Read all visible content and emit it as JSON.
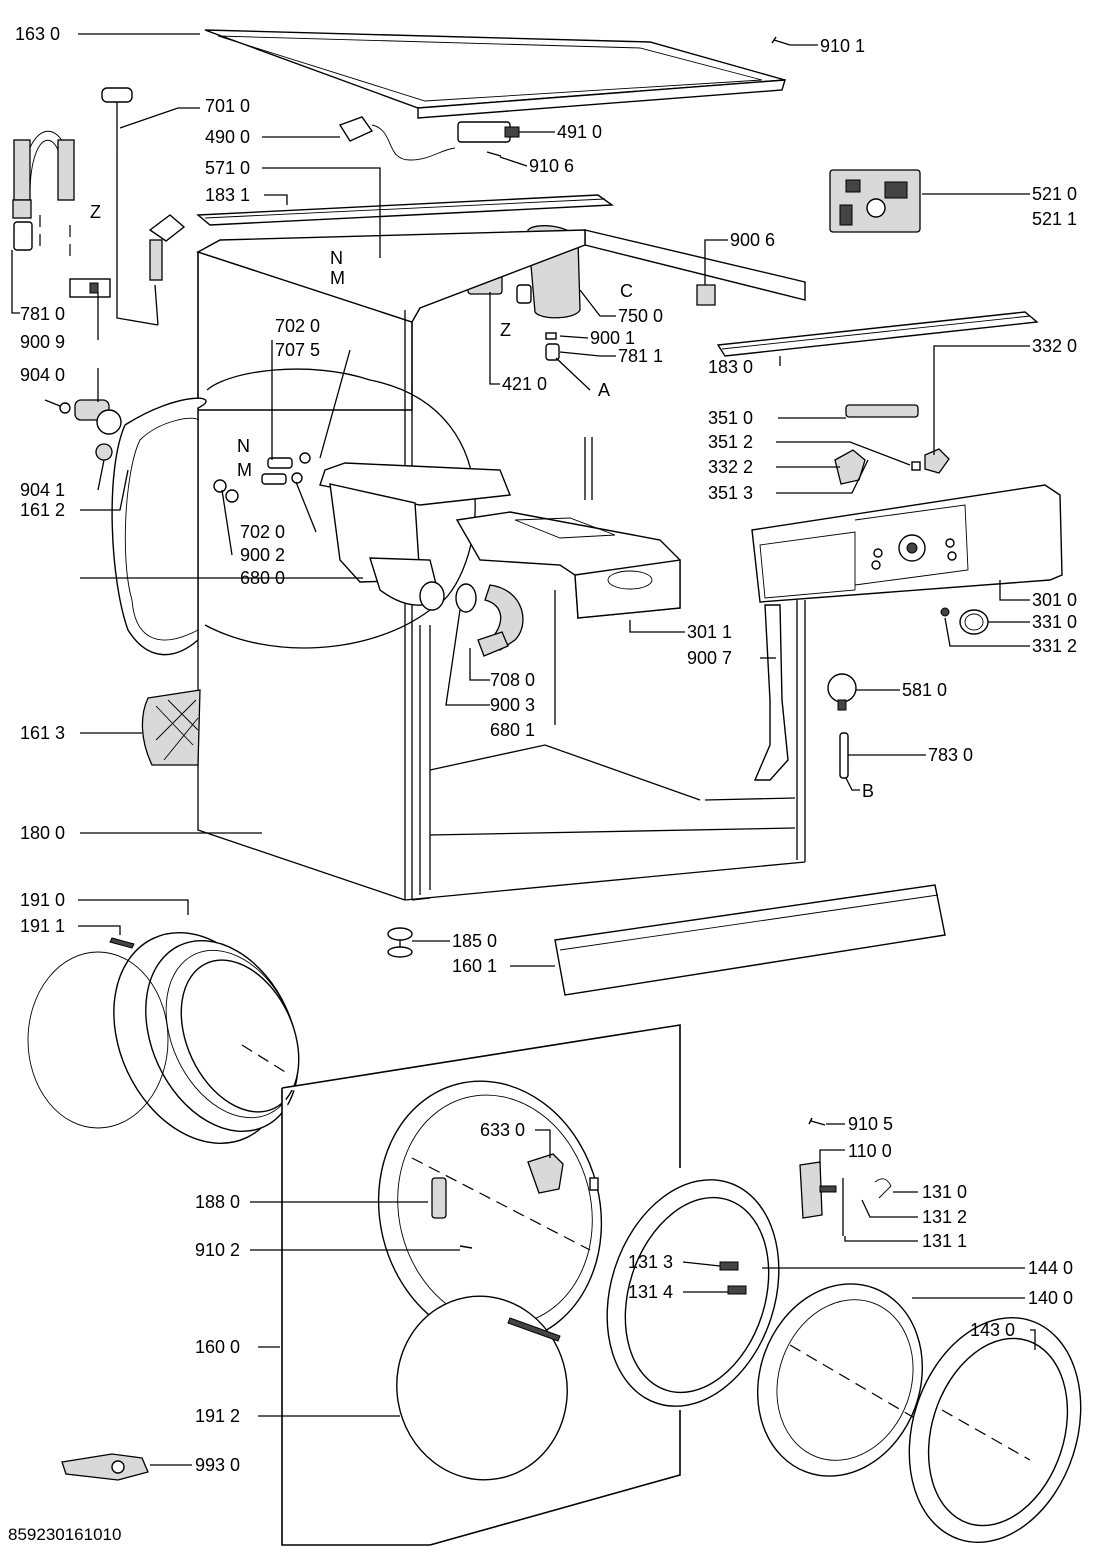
{
  "diagram": {
    "document_code": "859230161010",
    "part_labels": [
      {
        "id": "1630",
        "text": "163 0"
      },
      {
        "id": "9101",
        "text": "910 1"
      },
      {
        "id": "7010",
        "text": "701 0"
      },
      {
        "id": "4900",
        "text": "490 0"
      },
      {
        "id": "4910",
        "text": "491 0"
      },
      {
        "id": "5710",
        "text": "571 0"
      },
      {
        "id": "9106",
        "text": "910 6"
      },
      {
        "id": "1831",
        "text": "183 1"
      },
      {
        "id": "5210",
        "text": "521 0"
      },
      {
        "id": "5211",
        "text": "521 1"
      },
      {
        "id": "9006",
        "text": "900 6"
      },
      {
        "id": "7810a",
        "text": "781 0"
      },
      {
        "id": "9009",
        "text": "900 9"
      },
      {
        "id": "7500",
        "text": "750 0"
      },
      {
        "id": "9001",
        "text": "900 1"
      },
      {
        "id": "7811",
        "text": "781 1"
      },
      {
        "id": "4210",
        "text": "421 0"
      },
      {
        "id": "7020a",
        "text": "702 0"
      },
      {
        "id": "7075",
        "text": "707 5"
      },
      {
        "id": "3320",
        "text": "332 0"
      },
      {
        "id": "9040",
        "text": "904 0"
      },
      {
        "id": "1830",
        "text": "183 0"
      },
      {
        "id": "3510",
        "text": "351 0"
      },
      {
        "id": "3512",
        "text": "351 2"
      },
      {
        "id": "3322",
        "text": "332 2"
      },
      {
        "id": "9041",
        "text": "904 1"
      },
      {
        "id": "3513",
        "text": "351 3"
      },
      {
        "id": "1612",
        "text": "161 2"
      },
      {
        "id": "7020b",
        "text": "702 0"
      },
      {
        "id": "9002",
        "text": "900 2"
      },
      {
        "id": "6800",
        "text": "680 0"
      },
      {
        "id": "3010",
        "text": "301 0"
      },
      {
        "id": "3011",
        "text": "301 1"
      },
      {
        "id": "3310",
        "text": "331 0"
      },
      {
        "id": "9007",
        "text": "900 7"
      },
      {
        "id": "3312",
        "text": "331 2"
      },
      {
        "id": "7080",
        "text": "708 0"
      },
      {
        "id": "5810",
        "text": "581 0"
      },
      {
        "id": "9003",
        "text": "900 3"
      },
      {
        "id": "6801",
        "text": "680 1"
      },
      {
        "id": "1613",
        "text": "161 3"
      },
      {
        "id": "7830",
        "text": "783 0"
      },
      {
        "id": "1800",
        "text": "180 0"
      },
      {
        "id": "1910",
        "text": "191 0"
      },
      {
        "id": "1911",
        "text": "191 1"
      },
      {
        "id": "1850",
        "text": "185 0"
      },
      {
        "id": "1601",
        "text": "160 1"
      },
      {
        "id": "6330",
        "text": "633 0"
      },
      {
        "id": "9105",
        "text": "910 5"
      },
      {
        "id": "1100",
        "text": "110 0"
      },
      {
        "id": "1880",
        "text": "188 0"
      },
      {
        "id": "1310",
        "text": "131 0"
      },
      {
        "id": "1312",
        "text": "131 2"
      },
      {
        "id": "9102",
        "text": "910 2"
      },
      {
        "id": "1311",
        "text": "131 1"
      },
      {
        "id": "1313",
        "text": "131 3"
      },
      {
        "id": "1440",
        "text": "144 0"
      },
      {
        "id": "1314",
        "text": "131 4"
      },
      {
        "id": "1400",
        "text": "140 0"
      },
      {
        "id": "1430",
        "text": "143 0"
      },
      {
        "id": "1600",
        "text": "160 0"
      },
      {
        "id": "1912",
        "text": "191 2"
      },
      {
        "id": "9930",
        "text": "993 0"
      }
    ],
    "letter_markers": {
      "z1": "Z",
      "z2": "Z",
      "c": "C",
      "a": "A",
      "b": "B",
      "n1": "N",
      "m1": "M",
      "n2": "N",
      "m2": "M"
    }
  }
}
